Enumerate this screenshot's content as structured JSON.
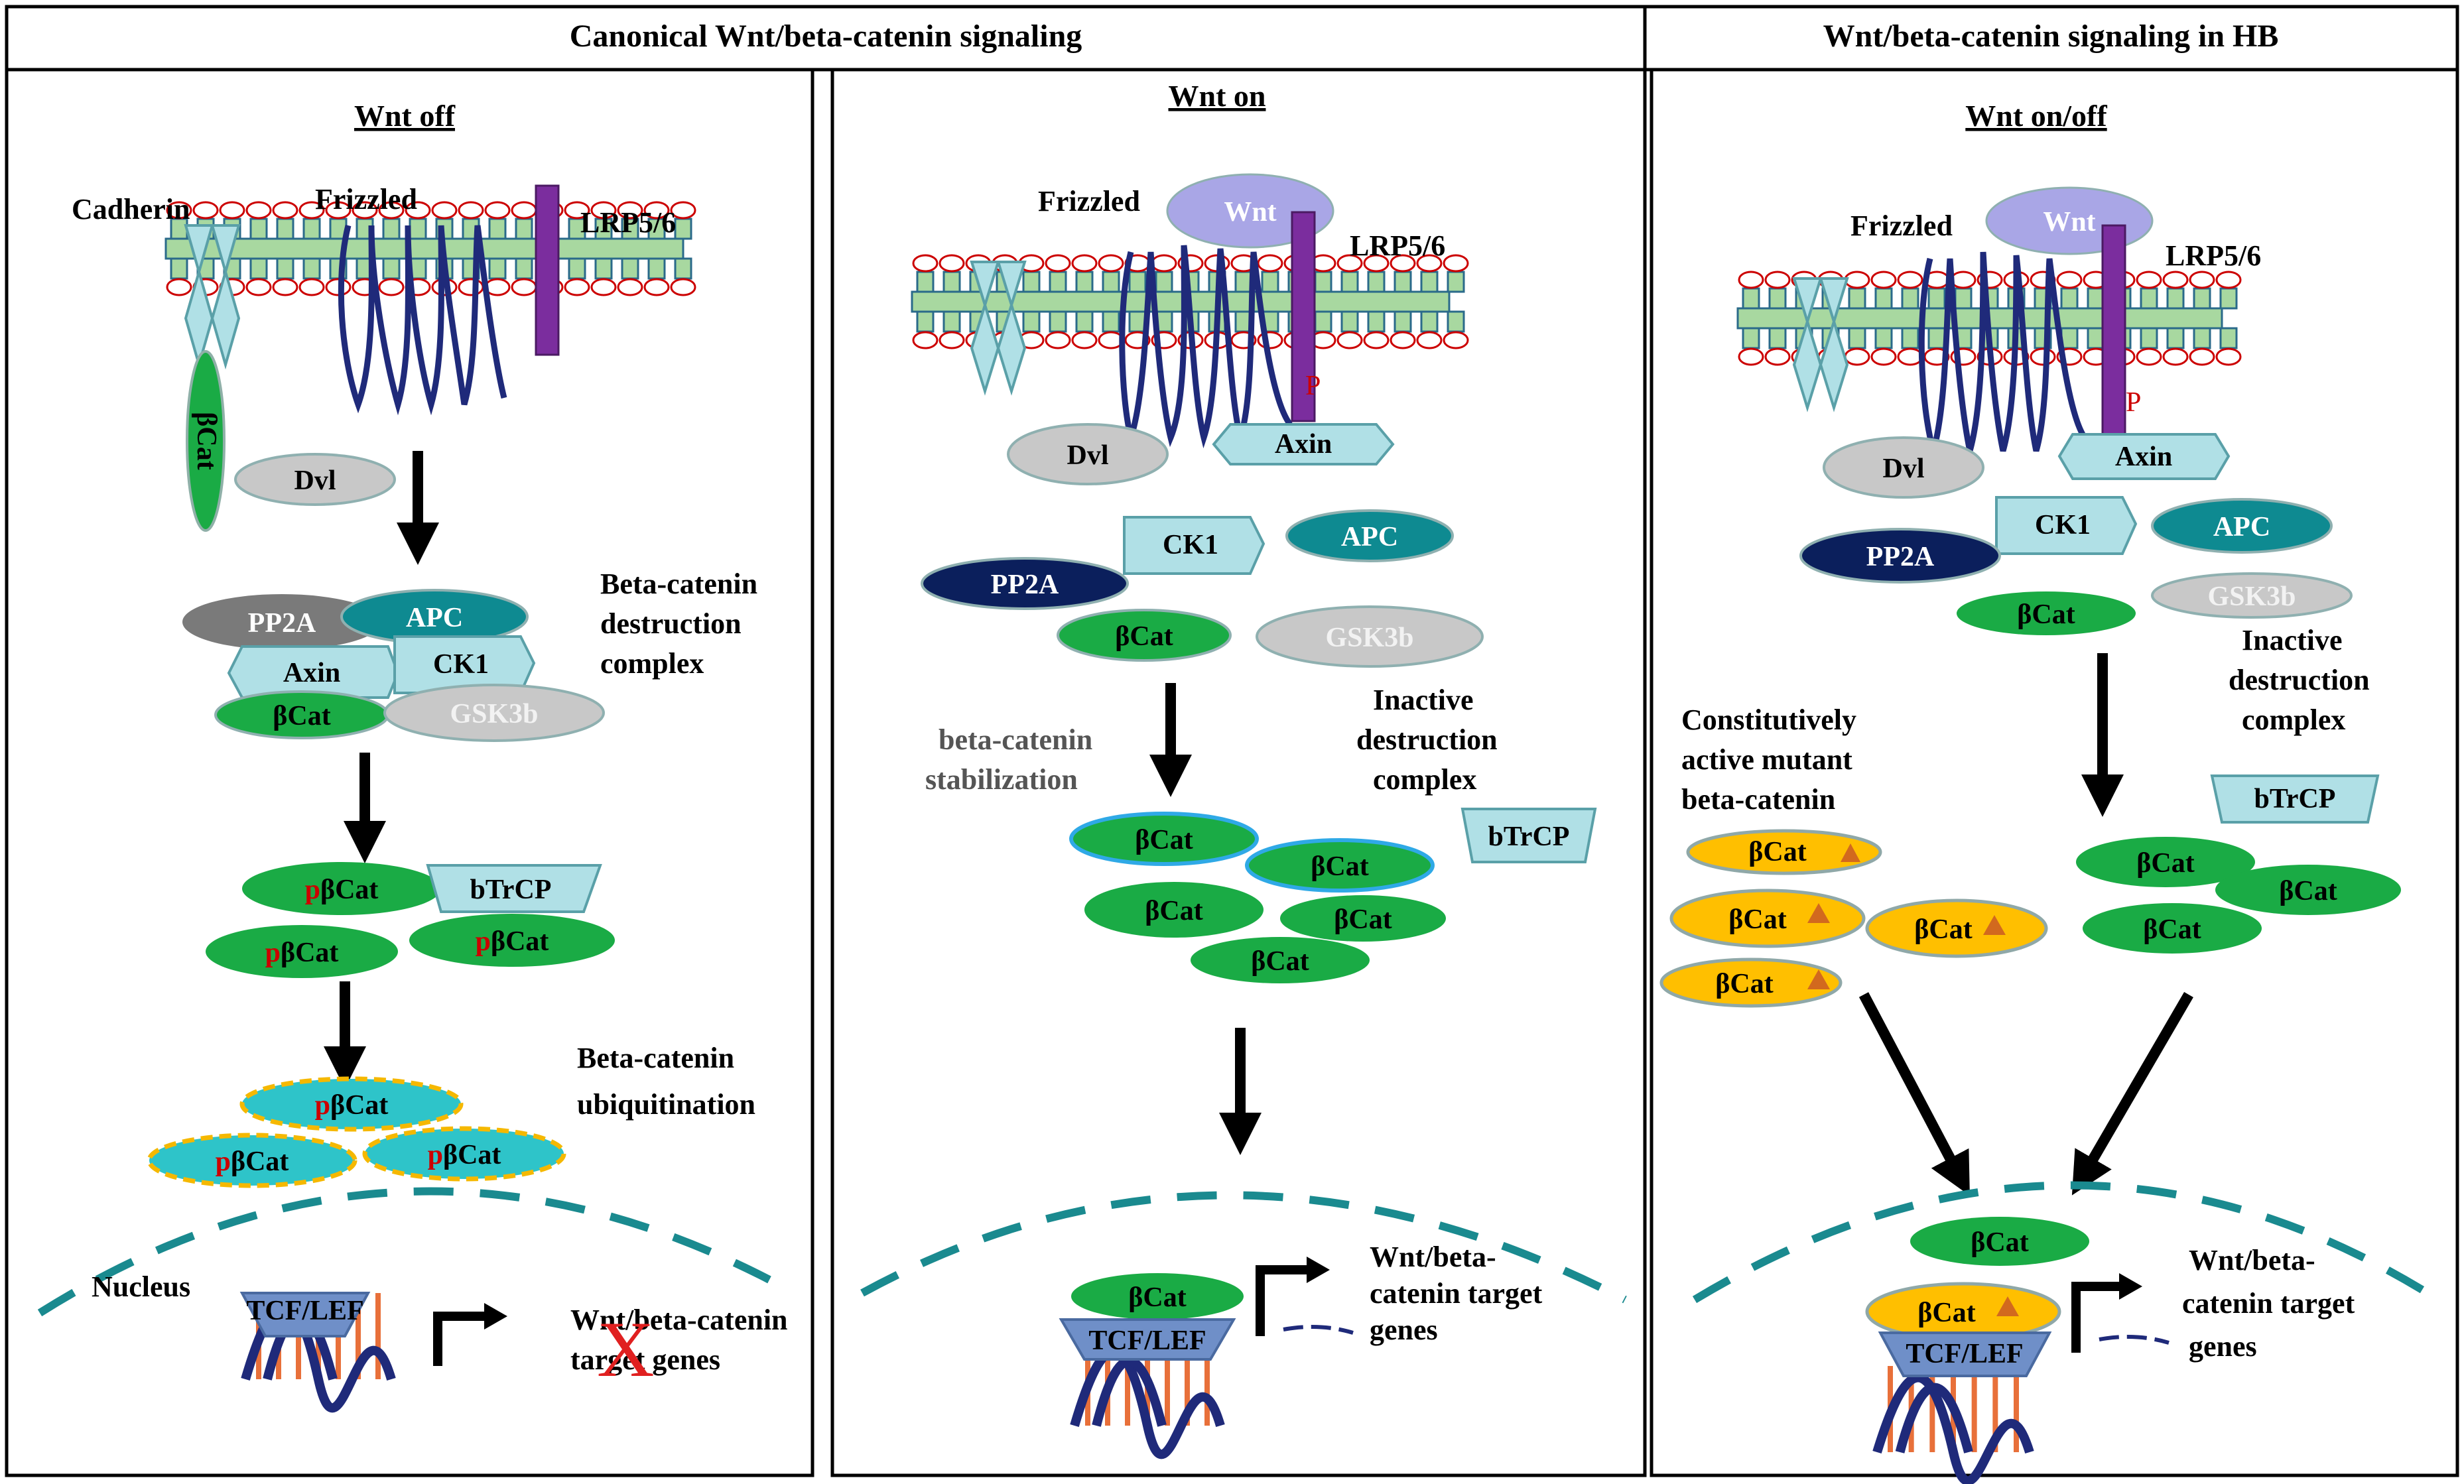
{
  "headers": {
    "canonical": "Canonical Wnt/beta-catenin signaling",
    "hb": "Wnt/beta-catenin signaling in HB"
  },
  "panels": {
    "wnt_off": {
      "title": "Wnt off",
      "cadherin": "Cadherin",
      "frizzled": "Frizzled",
      "lrp": "LRP5/6",
      "bcat": "βCat",
      "dvl": "Dvl",
      "complex_label": [
        "Beta-catenin",
        "destruction",
        "complex"
      ],
      "pp2a": "PP2A",
      "apc": "APC",
      "axin": "Axin",
      "ck1": "CK1",
      "gsk3b": "GSK3b",
      "p": "p",
      "pbcat": "βCat",
      "btrcp": "bTrCP",
      "ubiq_label": [
        "Beta-catenin",
        "ubiquitination"
      ],
      "nucleus": "Nucleus",
      "tcf": "TCF/LEF",
      "target_genes": [
        "Wnt/beta-catenin",
        "target genes"
      ],
      "cross": "X"
    },
    "wnt_on": {
      "title": "Wnt on",
      "frizzled": "Frizzled",
      "wnt": "Wnt",
      "lrp": "LRP5/6",
      "p": "P",
      "dvl": "Dvl",
      "axin": "Axin",
      "ck1": "CK1",
      "apc": "APC",
      "pp2a": "PP2A",
      "bcat": "βCat",
      "gsk3b": "GSK3b",
      "stab_label": [
        "beta-catenin",
        "stabilization"
      ],
      "inactive_label": [
        "Inactive",
        "destruction",
        "complex"
      ],
      "btrcp": "bTrCP",
      "tcf": "TCF/LEF",
      "target_genes": [
        "Wnt/beta-",
        "catenin target",
        "genes"
      ]
    },
    "hb": {
      "title": "Wnt on/off",
      "frizzled": "Frizzled",
      "wnt": "Wnt",
      "lrp": "LRP5/6",
      "p": "P",
      "dvl": "Dvl",
      "axin": "Axin",
      "ck1": "CK1",
      "apc": "APC",
      "pp2a": "PP2A",
      "bcat": "βCat",
      "gsk3b": "GSK3b",
      "inactive_label": [
        "Inactive",
        "destruction",
        "complex"
      ],
      "mutant_label": [
        "Constitutively",
        "active mutant",
        "beta-catenin"
      ],
      "btrcp": "bTrCP",
      "tcf": "TCF/LEF",
      "target_genes": [
        "Wnt/beta-",
        "catenin target",
        "genes"
      ]
    }
  },
  "colors": {
    "membrane_fill": "#a8d8a0",
    "membrane_head": "#cc0000",
    "frizzled": "#1f2a7a",
    "lrp": "#7b2d9e",
    "bcat": "#1aab45",
    "mutant_bcat": "#ffbf00",
    "ubiquitinated": "#2ec4c9",
    "apc": "#0e8a91",
    "pp2a": "#0b1f5c",
    "grey_protein": "#c8c8c8",
    "light_cyan": "#b0e0e6",
    "wnt": "#a9a6e6",
    "nucleus_line": "#1a8a8f"
  }
}
